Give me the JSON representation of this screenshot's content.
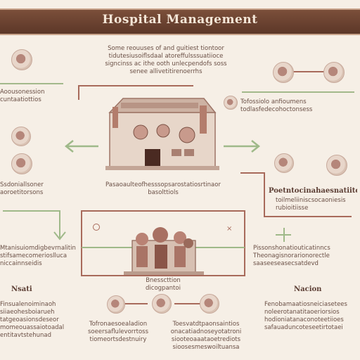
{
  "title": "Hospital Management",
  "colors": {
    "background": "#f6efe6",
    "title_bar": "#6b4232",
    "green_accent": "#9fb989",
    "brown_accent": "#a86a5b",
    "text": "#6a4f45"
  },
  "icons": {
    "hospital_building": "hospital-building-icon",
    "staff_group": "staff-group-icon",
    "node": "circle-node-icon",
    "arrow": "arrow-icon"
  },
  "text_blocks": {
    "top_center": "Some reouuses of and guitiest tiontoor\ntidutesiusoiflsdaal atoreffulsssuatiioce\nsigncinss ac ithe ooth unlecpendofs soss\nsenee allivetitirenoerrhs",
    "left_1": "Aoousonession\ncuntaatiottios",
    "right_1": "Tofossiolo anfioumens\ntodlasfedecohoctonsess",
    "left_2": "Ssdoniallsoner\naoroetitorsons",
    "center_caption": "Pasaoaulteofhesssopsarostatiosrtinaor\nbasolttiols",
    "right_2_head": "Poetntocinahaesnatiitcins",
    "right_2": "toilmeliiniscsocaoniesis\nrubioitiisse",
    "left_3": "Mtanisuiomdigbevrnalitin\nstifsamecomerioslluca\nniccainnseidis",
    "right_3": "Pissonshonatiouticatinncs\nTheonagisnorarionorectle\nsaaseeseasecsatdevd",
    "bottom_center_label": "Bnesscttion\ndicogpantoi",
    "bottom_left_head": "Nsati",
    "bottom_left": "Finsualenoiminaoh\nsiiaeohesboiarueh\ntatgeoasionsdeseor\nmomeouassaiotoadal\nentitavtstehunad",
    "bottom_mid_left": "Tofronaesoealadion\nsoeersaflulevorrtoss\ntiomeortsdestnuiry",
    "bottom_mid_right": "Toesvatdtpaonsaintios\nonacatiadnoseyotatroni\nsiooteoaaataoetrediots\nsioosesmeswoiltuansa",
    "bottom_right_head": "Nacion",
    "bottom_right": "Fenobamaatiosneiciasetees\nnoleerotanatitaoeriorsios\nhodioniatanaconoteetiioes\nsafauaduncoteseetirtotaei"
  }
}
